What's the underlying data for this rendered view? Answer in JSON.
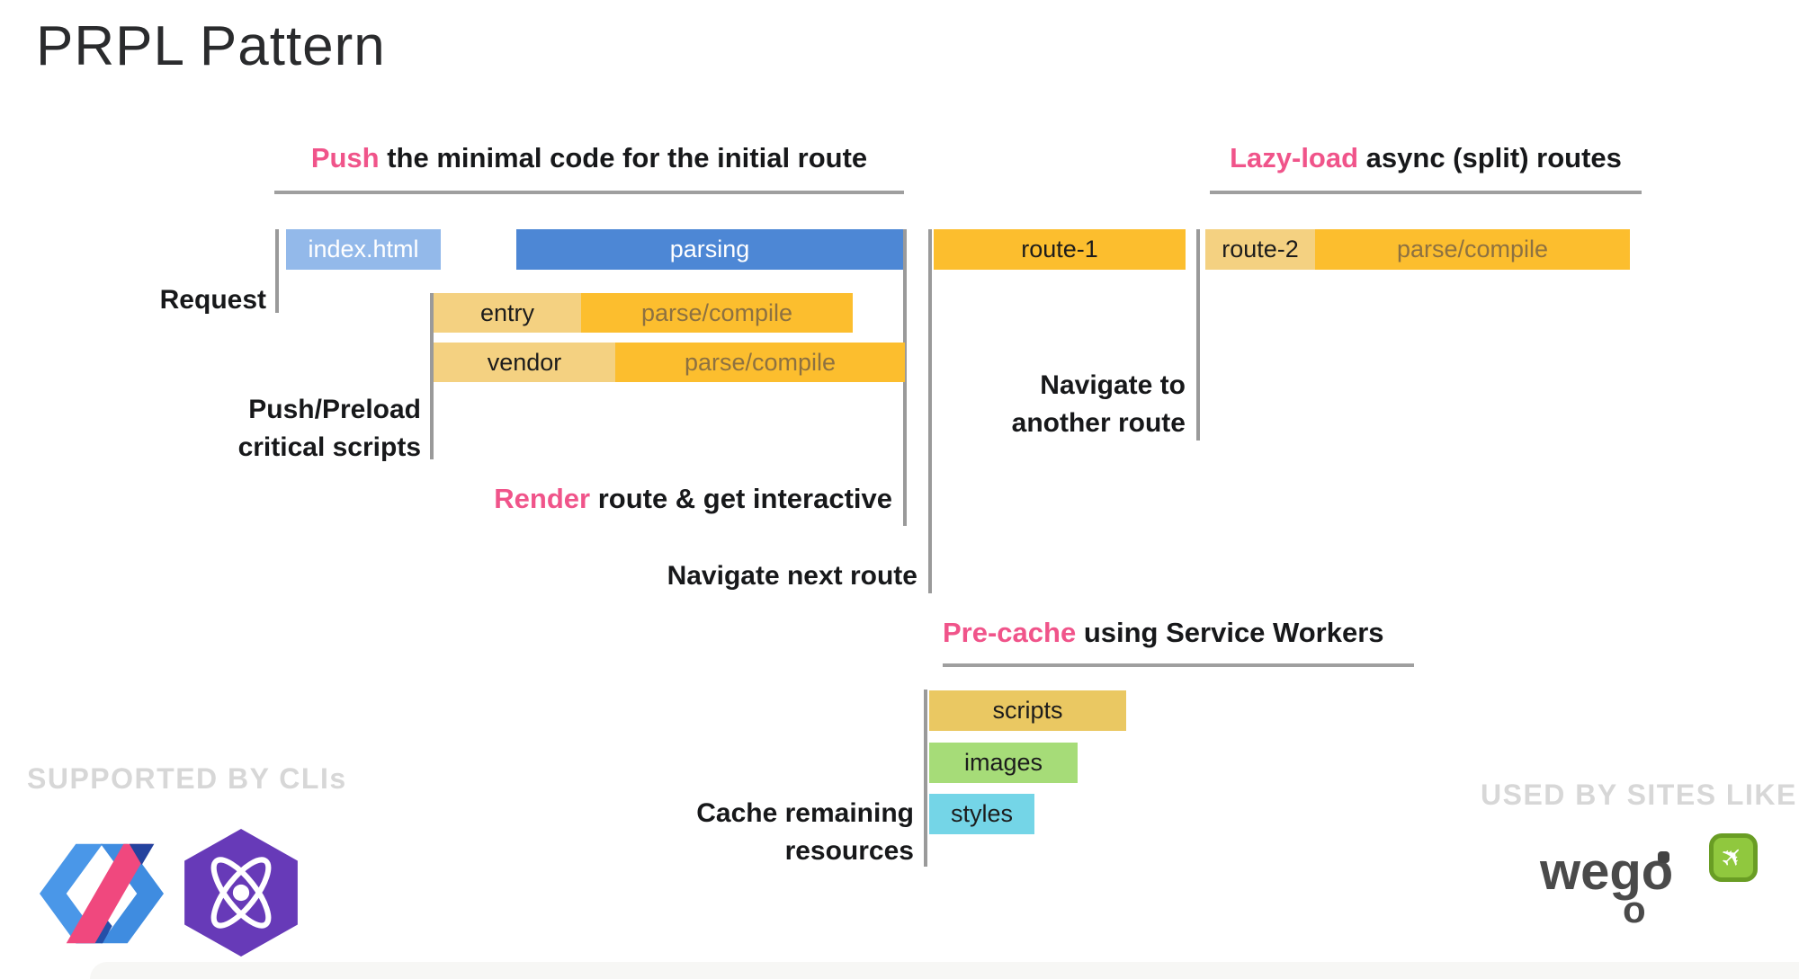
{
  "title": "PRPL Pattern",
  "headers": {
    "push": {
      "accent": "Push",
      "rest": " the minimal code for the initial route"
    },
    "lazy": {
      "accent": "Lazy-load",
      "rest": " async (split) routes"
    },
    "render": {
      "accent": "Render",
      "rest": " route & get interactive"
    },
    "precache": {
      "accent": "Pre-cache",
      "rest": " using Service Workers"
    }
  },
  "labels": {
    "request": "Request",
    "push_preload_1": "Push/Preload",
    "push_preload_2": "critical scripts",
    "navigate_next": "Navigate next route",
    "navigate_another_1": "Navigate to",
    "navigate_another_2": "another route",
    "cache_1": "Cache remaining",
    "cache_2": "resources"
  },
  "bars": {
    "index_html": "index.html",
    "parsing": "parsing",
    "entry": "entry",
    "entry_parse": "parse/compile",
    "vendor": "vendor",
    "vendor_parse": "parse/compile",
    "route1": "route-1",
    "route2": "route-2",
    "route2_parse": "parse/compile",
    "scripts": "scripts",
    "images": "images",
    "styles": "styles"
  },
  "footer": {
    "supported": "SUPPORTED BY CLIs",
    "used": "USED BY SITES LIKE",
    "wego_text": "wego",
    "wego_sub": "o"
  },
  "colors": {
    "accent_pink": "#f0548a",
    "blue_light": "#93b9ea",
    "blue": "#4d87d5",
    "amber": "#fcbe2e",
    "amber_light": "#f4d181",
    "parse_text": "#8d7141",
    "scripts_amber": "#eac862",
    "images_green": "#a6dc78",
    "styles_cyan": "#74d5e7",
    "line_gray": "#9a9a9a",
    "faded_gray": "#d7d7d7",
    "preact_purple": "#673ab8",
    "wego_green": "#90c83e"
  }
}
